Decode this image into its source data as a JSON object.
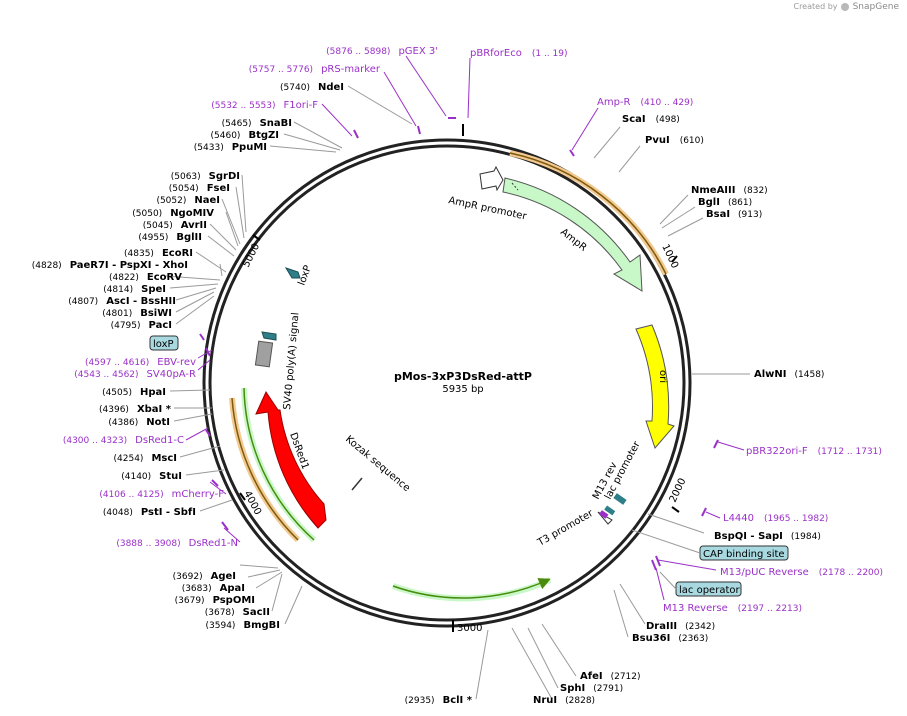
{
  "credit": {
    "text": "Created by",
    "brand": "SnapGene"
  },
  "plasmid": {
    "name": "pMos-3xP3DsRed-attP",
    "size": "5935 bp"
  },
  "ticks": [
    "1000",
    "2000",
    "3000",
    "4000",
    "5000"
  ],
  "features": {
    "ampr_promoter": "AmpR promoter",
    "ampr": "AmpR",
    "ori": "ori",
    "m13_rev": "M13 rev",
    "lac_promoter": "lac promoter",
    "t3_promoter": "T3 promoter",
    "kozak": "Kozak sequence",
    "dsred1": "DsRed1",
    "sv40": "SV40 poly(A) signal",
    "loxp_inner": "loxP"
  },
  "boxes": {
    "loxp": "loxP",
    "cap": "CAP binding site",
    "lac_operator": "lac operator"
  },
  "enzymes": [
    {
      "id": "scai",
      "name": "ScaI",
      "pos": "(498)"
    },
    {
      "id": "pvui",
      "name": "PvuI",
      "pos": "(610)"
    },
    {
      "id": "nmeaiii",
      "name": "NmeAIII",
      "pos": "(832)"
    },
    {
      "id": "bgli",
      "name": "BglI",
      "pos": "(861)"
    },
    {
      "id": "bsai",
      "name": "BsaI",
      "pos": "(913)"
    },
    {
      "id": "alwni",
      "name": "AlwNI",
      "pos": "(1458)"
    },
    {
      "id": "bspqi",
      "name": "BspQI - SapI",
      "pos": "(1984)"
    },
    {
      "id": "draiii",
      "name": "DraIII",
      "pos": "(2342)"
    },
    {
      "id": "bsu36i",
      "name": "Bsu36I",
      "pos": "(2363)"
    },
    {
      "id": "afei",
      "name": "AfeI",
      "pos": "(2712)"
    },
    {
      "id": "sphi",
      "name": "SphI",
      "pos": "(2791)"
    },
    {
      "id": "brui",
      "name": "NruI",
      "pos": "(2828)"
    },
    {
      "id": "bcli",
      "name": "BclI *",
      "pos": "(2935)"
    },
    {
      "id": "bmgbi",
      "name": "BmgBI",
      "pos": "(3594)"
    },
    {
      "id": "sacii",
      "name": "SacII",
      "pos": "(3678)"
    },
    {
      "id": "pspomi",
      "name": "PspOMI",
      "pos": "(3679)"
    },
    {
      "id": "apai",
      "name": "ApaI",
      "pos": "(3683)"
    },
    {
      "id": "agei",
      "name": "AgeI",
      "pos": "(3692)"
    },
    {
      "id": "psti",
      "name": "PstI - SbfI",
      "pos": "(4048)"
    },
    {
      "id": "stui",
      "name": "StuI",
      "pos": "(4140)"
    },
    {
      "id": "msci",
      "name": "MscI",
      "pos": "(4254)"
    },
    {
      "id": "noti",
      "name": "NotI",
      "pos": "(4386)"
    },
    {
      "id": "xbai",
      "name": "XbaI *",
      "pos": "(4396)"
    },
    {
      "id": "hpai",
      "name": "HpaI",
      "pos": "(4505)"
    },
    {
      "id": "paci",
      "name": "PacI",
      "pos": "(4795)"
    },
    {
      "id": "bsiwi",
      "name": "BsiWI",
      "pos": "(4801)"
    },
    {
      "id": "asci",
      "name": "AscI - BssHII",
      "pos": "(4807)"
    },
    {
      "id": "spei",
      "name": "SpeI",
      "pos": "(4814)"
    },
    {
      "id": "ecorv",
      "name": "EcoRV",
      "pos": "(4822)"
    },
    {
      "id": "paer7i",
      "name": "PaeR7I - PspXI - XhoI",
      "pos": "(4828)"
    },
    {
      "id": "ecori",
      "name": "EcoRI",
      "pos": "(4835)"
    },
    {
      "id": "bglii",
      "name": "BglII",
      "pos": "(4955)"
    },
    {
      "id": "avrii",
      "name": "AvrII",
      "pos": "(5045)"
    },
    {
      "id": "ngomiv",
      "name": "NgoMIV",
      "pos": "(5050)"
    },
    {
      "id": "naei",
      "name": "NaeI",
      "pos": "(5052)"
    },
    {
      "id": "fsei",
      "name": "FseI",
      "pos": "(5054)"
    },
    {
      "id": "sgrdi",
      "name": "SgrDI",
      "pos": "(5063)"
    },
    {
      "id": "ppumi",
      "name": "PpuMI",
      "pos": "(5433)"
    },
    {
      "id": "btgzi",
      "name": "BtgZI",
      "pos": "(5460)"
    },
    {
      "id": "snabi",
      "name": "SnaBI",
      "pos": "(5465)"
    },
    {
      "id": "ndei",
      "name": "NdeI",
      "pos": "(5740)"
    }
  ],
  "primers": [
    {
      "id": "pbrforeco",
      "name": "pBRforEco",
      "pos": "(1 .. 19)"
    },
    {
      "id": "ampr",
      "name": "Amp-R",
      "pos": "(410 .. 429)"
    },
    {
      "id": "pbr322ori",
      "name": "pBR322ori-F",
      "pos": "(1712 .. 1731)"
    },
    {
      "id": "l4440",
      "name": "L4440",
      "pos": "(1965 .. 1982)"
    },
    {
      "id": "m13puc",
      "name": "M13/pUC Reverse",
      "pos": "(2178 .. 2200)"
    },
    {
      "id": "m13rev",
      "name": "M13 Reverse",
      "pos": "(2197 .. 2213)"
    },
    {
      "id": "dsred1n",
      "name": "DsRed1-N",
      "pos": "(3888 .. 3908)"
    },
    {
      "id": "mcherryf",
      "name": "mCherry-F",
      "pos": "(4106 .. 4125)"
    },
    {
      "id": "dsred1c",
      "name": "DsRed1-C",
      "pos": "(4300 .. 4323)"
    },
    {
      "id": "sv40par",
      "name": "SV40pA-R",
      "pos": "(4543 .. 4562)"
    },
    {
      "id": "ebvrev",
      "name": "EBV-rev",
      "pos": "(4597 .. 4616)"
    },
    {
      "id": "f1orif",
      "name": "F1ori-F",
      "pos": "(5532 .. 5553)"
    },
    {
      "id": "prsmarker",
      "name": "pRS-marker",
      "pos": "(5757 .. 5776)"
    },
    {
      "id": "pgex3",
      "name": "pGEX 3'",
      "pos": "(5876 .. 5898)"
    }
  ],
  "colors": {
    "backbone": "#222222",
    "primer": "#9b30c8",
    "ampr": "#c8f7c8",
    "ori": "#ffff00",
    "dsred": "#ff0000",
    "sv40": "#a0a0a0",
    "loxp": "#2e7f8a",
    "orf_fill": "#f3c98f",
    "orf_line": "#4a8a0c",
    "box_fill": "#a8d8e0"
  }
}
